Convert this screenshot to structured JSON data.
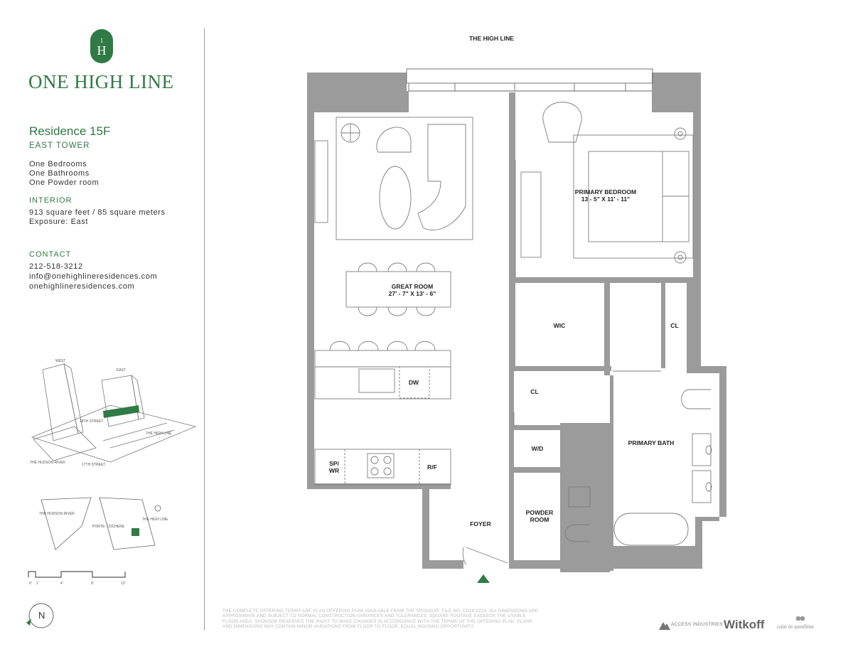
{
  "brand": {
    "name": "ONE HIGH LINE"
  },
  "residence": {
    "title": "Residence 15F",
    "tower": "EAST TOWER",
    "rooms": [
      "One Bedrooms",
      "One Bathrooms",
      "One Powder room"
    ],
    "interior_heading": "INTERIOR",
    "area": "913 square feet / 85 square meters",
    "exposure": "Exposure: East"
  },
  "contact": {
    "heading": "CONTACT",
    "phone": "212-518-3212",
    "email": "info@onehighlineresidences.com",
    "website": "onehighlineresidences.com"
  },
  "key_plan": {
    "labels": {
      "west": "WEST",
      "east": "EAST",
      "street18": "18TH STREET",
      "street17": "17TH STREET",
      "high_line": "THE HIGH LINE",
      "hudson": "THE HUDSON RIVER"
    }
  },
  "site_plan": {
    "labels": {
      "hudson": "THE HUDSON RIVER",
      "porte": "PORTE-\nCOCHERE",
      "high_line": "THE HIGH LINE"
    }
  },
  "scale": {
    "ticks": [
      "0'",
      "1'",
      "4'",
      "8'",
      "12'"
    ]
  },
  "compass": {
    "label": "N"
  },
  "floorplan": {
    "top_label": "THE HIGH LINE",
    "rooms": {
      "great_room": "GREAT ROOM\n27' - 7\" X 13' - 6\"",
      "primary_bedroom": "PRIMARY BEDROOM\n13 - 5\" X 11' - 11\"",
      "wic": "WIC",
      "cl_bed": "CL",
      "cl_hall": "CL",
      "dw": "DW",
      "wd": "W/D",
      "primary_bath": "PRIMARY BATH",
      "sp_wr": "SP/\nWR",
      "rf": "R/F",
      "foyer": "FOYER",
      "powder_room": "POWDER\nROOM"
    }
  },
  "disclaimer": "THE COMPLETE OFFERING TERMS ARE IN AN OFFERING PLAN AVAILABLE FROM THE SPONSOR. FILE NO. CD18-0214. ALL DIMENSIONS ARE APPROXIMATE AND SUBJECT TO NORMAL CONSTRUCTION VARIANCES AND TOLERANCES. SQUARE FOOTAGE EXCEEDS THE USABLE FLOOR AREA. SPONSOR RESERVES THE RIGHT TO MAKE CHANGES IN ACCORDANCE WITH THE TERMS OF THE OFFERING PLAN. PLANS AND DIMENSIONS MAY CONTAIN MINOR VARIATIONS FROM FLOOR TO FLOOR. EQUAL HOUSING OPPORTUNITY.",
  "partners": {
    "access": "ACCESS INDUSTRIES",
    "witkoff": "Witkoff",
    "cain": "cain in sunshine"
  },
  "colors": {
    "brand_green": "#2f7a45",
    "wall_gray": "#9b9b9b",
    "line_gray": "#8a8a8a"
  }
}
